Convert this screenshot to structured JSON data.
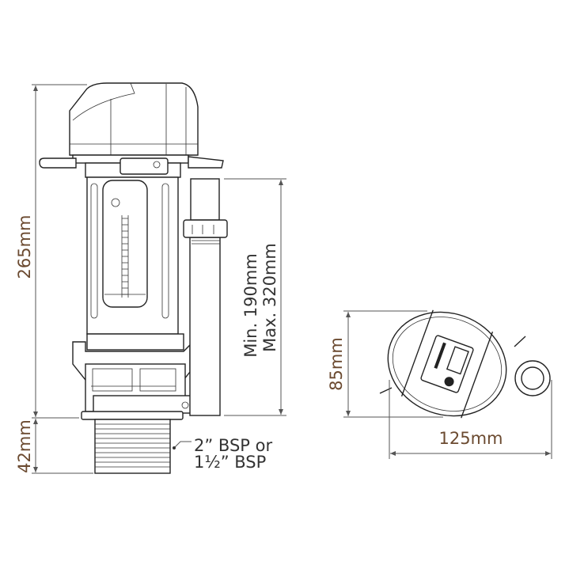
{
  "dimensions": {
    "height_total": "265mm",
    "thread_height": "42mm",
    "overflow_min": "Min. 190mm",
    "overflow_max": "Max. 320mm",
    "top_depth": "85mm",
    "top_width": "125mm"
  },
  "thread_label": {
    "line1": "2” BSP or",
    "line2": "1½” BSP"
  },
  "colors": {
    "dimension_text": "#6b4a30",
    "line": "#222222"
  }
}
